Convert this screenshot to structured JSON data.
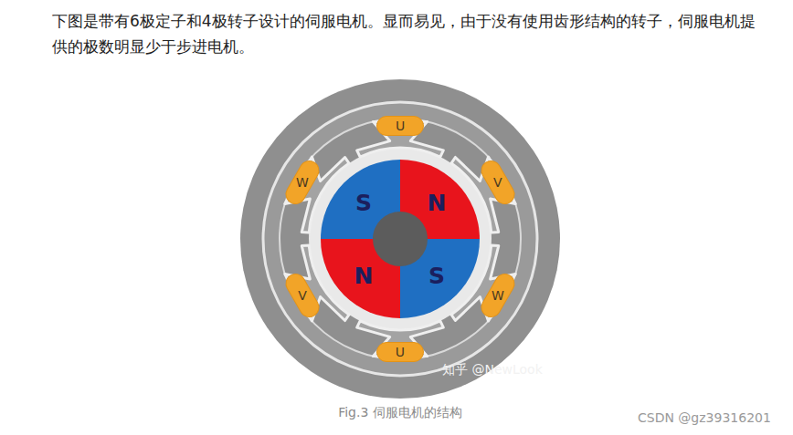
{
  "diagram": {
    "caption": "Fig.3 伺服电机的结构",
    "nodes": [
      {
        "text": [
          "U"
        ]
      },
      {
        "text": [
          "W"
        ]
      },
      {
        "text": [
          "V"
        ]
      },
      {
        "text": [
          "S"
        ]
      },
      {
        "text": [
          "N"
        ]
      },
      {
        "text": [
          "N"
        ]
      },
      {
        "text": [
          "S"
        ]
      },
      {
        "text": [
          "V"
        ]
      },
      {
        "text": [
          "W"
        ]
      },
      {
        "text": [
          "U"
        ]
      }
    ],
    "labels": [
      "下图是带有6极定子和4极转子设计的伺服电机。显而易见，由于没有使用齿形结构的转子，伺服电机提供的极数明显少于步进电机。",
      "知乎 @NewLook",
      "CSDN @gz39316201"
    ]
  }
}
